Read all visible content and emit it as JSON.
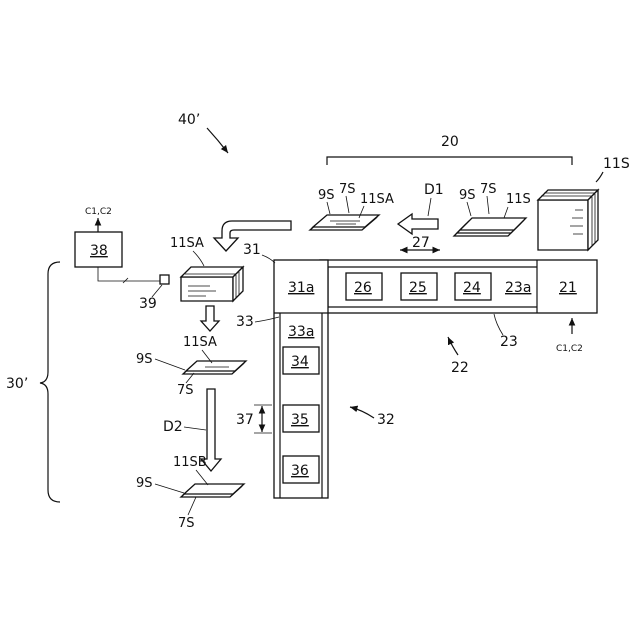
{
  "labels": {
    "fig": "40’",
    "group20": "20",
    "cube_top": "11S",
    "s1_9s": "9S",
    "s1_7s": "7S",
    "s1_11sa": "11SA",
    "d1": "D1",
    "s2_9s": "9S",
    "s2_7s": "7S",
    "s2_11s": "11S",
    "dim27": "27",
    "b26": "26",
    "b25": "25",
    "b24": "24",
    "b23a": "23a",
    "b21": "21",
    "b31a": "31a",
    "b33a": "33a",
    "b34": "34",
    "b35": "35",
    "b36": "36",
    "c_right": "C1,C2",
    "l23": "23",
    "l22": "22",
    "l31": "31",
    "l33": "33",
    "l37": "37",
    "l32": "32",
    "l38": "38",
    "c_left": "C1,C2",
    "l39": "39",
    "top11sa": "11SA",
    "mid11sa": "11SA",
    "mid9s": "9S",
    "mid7s": "7S",
    "d2": "D2",
    "bot11sb": "11SB",
    "bot9s": "9S",
    "bot7s": "7S",
    "l30": "30’"
  }
}
